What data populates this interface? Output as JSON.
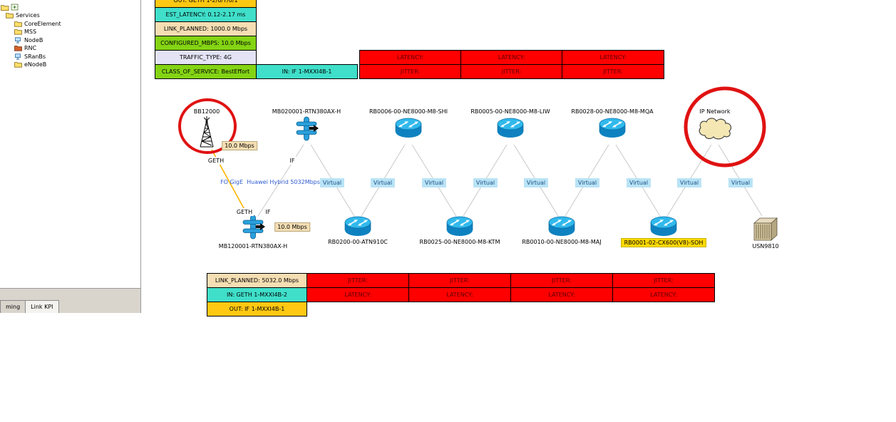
{
  "left_panel": {
    "tree": {
      "root_label": "Services",
      "items": [
        {
          "label": "CoreElement",
          "icon": "folder-icon"
        },
        {
          "label": "MSS",
          "icon": "folder-icon"
        },
        {
          "label": "NodeB",
          "icon": "nodeb-icon"
        },
        {
          "label": "RNC",
          "icon": "rnc-icon"
        },
        {
          "label": "SRanBs",
          "icon": "sranbs-icon"
        },
        {
          "label": "eNodeB",
          "icon": "folder-icon"
        }
      ]
    },
    "tabs": [
      {
        "label": "ming",
        "selected": false
      },
      {
        "label": "Link KPI",
        "selected": true
      }
    ]
  },
  "top_link_panel": {
    "rows": [
      "OUT: GETH 1-2/0/7/0/1",
      "EST_LATENCY: 0.12-2.17 ms",
      "LINK_PLANNED: 1000.0 Mbps",
      "CONFIGURED_MBPS: 10.0 Mbps",
      "TRAFFIC_TYPE: 4G",
      "CLASS_OF_SERVICE: BestEffort"
    ],
    "in_cell": "IN: IF 1-MXXI4B-1"
  },
  "top_kpi_panel": {
    "rows": [
      [
        "LATENCY:",
        "LATENCY:",
        "LATENCY:"
      ],
      [
        "JITTER:",
        "JITTER:",
        "JITTER:"
      ]
    ]
  },
  "bottom_link_panel": {
    "rows": [
      "LINK_PLANNED: 5032.0 Mbps",
      "IN: GETH 1-MXXI4B-2",
      "OUT: IF 1-MXXI4B-1"
    ]
  },
  "bottom_kpi_panel": {
    "rows": [
      [
        "JITTER:",
        "JITTER:",
        "JITTER:",
        "JITTER:"
      ],
      [
        "LATENCY:",
        "LATENCY:",
        "LATENCY:",
        "LATENCY:"
      ]
    ]
  },
  "nodes": {
    "top": [
      {
        "label": "BB12000",
        "type": "antenna",
        "circled": true
      },
      {
        "label": "MB020001-RTN380AX-H",
        "type": "radio"
      },
      {
        "label": "RB0006-00-NE8000-M8-SHI",
        "type": "router"
      },
      {
        "label": "RB0005-00-NE8000-M8-LIW",
        "type": "router"
      },
      {
        "label": "RB0028-00-NE8000-M8-MQA",
        "type": "router"
      },
      {
        "label": "IP Network",
        "type": "cloud",
        "circled": true
      }
    ],
    "bottom": [
      {
        "label": "MB120001-RTN380AX-H",
        "type": "radio"
      },
      {
        "label": "RB0200-00-ATN910C",
        "type": "router"
      },
      {
        "label": "RB0025-00-NE8000-M8-KTM",
        "type": "router"
      },
      {
        "label": "RB0010-00-NE8000-M8-MAJ",
        "type": "router"
      },
      {
        "label": "RB0001-02-CX600(V8)-SOH",
        "type": "router",
        "highlighted": true
      },
      {
        "label": "USN9810",
        "type": "chassis"
      }
    ]
  },
  "link_labels": {
    "rate_top": "10.0 Mbps",
    "rate_bottom": "10.0 Mbps",
    "geth": "GETH",
    "if": "IF",
    "fiber": "FO GigE  Huawei Hybrid 5032Mbps",
    "virtual": "Virtual"
  },
  "colors": {
    "kpi_red": "#ff0000",
    "cyan": "#3fdfca",
    "wheat": "#f5deb3",
    "green": "#84d414",
    "lavender": "#e3e3f5",
    "yellow": "#ffc812",
    "virtual_bg": "#b9e3f6",
    "highlight_yellow": "#ffd900",
    "alarm_circle_red": "#e01212",
    "geth_line_yellow": "#ffb400"
  }
}
